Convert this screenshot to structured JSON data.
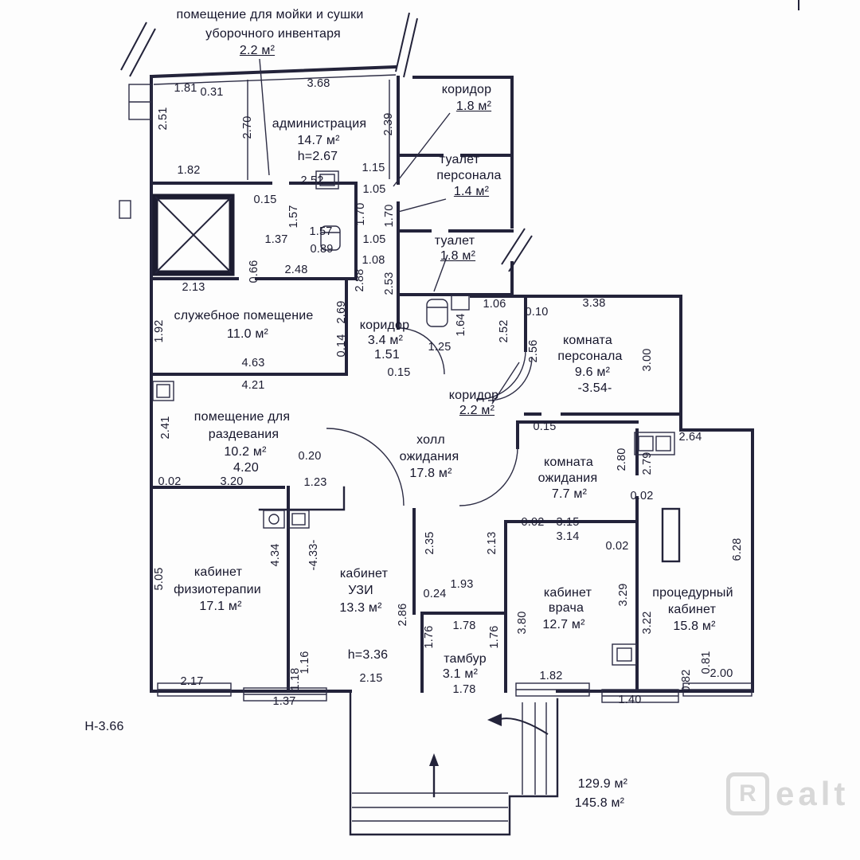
{
  "rooms": [
    {
      "l1": "помещение для мойки и сушки",
      "l2": "уборочного инвентаря",
      "area": "2.2 м²"
    },
    {
      "l1": "администрация",
      "area": "14.7 м²",
      "note": "h=2.67"
    },
    {
      "l1": "коридор",
      "area": "1.8 м²"
    },
    {
      "l1": "туалет",
      "l2": "персонала",
      "area": "1.4 м²"
    },
    {
      "l1": "туалет",
      "area": "1.8 м²"
    },
    {
      "l1": "служебное помещение",
      "area": "11.0 м²"
    },
    {
      "l1": "коридор",
      "area": "3.4 м²",
      "note": "1.51"
    },
    {
      "l1": "комната",
      "l2": "персонала",
      "area": "9.6 м²",
      "note": "-3.54-"
    },
    {
      "l1": "помещение для",
      "l2": "раздевания",
      "area": "10.2 м²",
      "note": "4.20"
    },
    {
      "l1": "холл",
      "l2": "ожидания",
      "area": "17.8 м²"
    },
    {
      "l1": "коридор",
      "area": "2.2 м²"
    },
    {
      "l1": "комната",
      "l2": "ожидания",
      "area": "7.7 м²"
    },
    {
      "l1": "кабинет",
      "l2": "физиотерапии",
      "area": "17.1 м²"
    },
    {
      "l1": "кабинет",
      "l2": "УЗИ",
      "area": "13.3 м²"
    },
    {
      "l1": "кабинет",
      "l2": "врача",
      "area": "12.7 м²"
    },
    {
      "l1": "процедурный",
      "l2": "кабинет",
      "area": "15.8 м²"
    },
    {
      "l1": "тамбур",
      "area": "3.1 м²"
    }
  ],
  "dims": [
    "3.68",
    "1.81",
    "0.31",
    "2.51",
    "2.70",
    "2.39",
    "1.82",
    "2.52",
    "1.15",
    "1.05",
    "0.15",
    "1.57",
    "1.70",
    "1.70",
    "1.37",
    "1.57",
    "0.89",
    "1.05",
    "1.08",
    "2.88",
    "2.48",
    "0.66",
    "2.13",
    "2.53",
    "1.06",
    "0.10",
    "3.38",
    "2.69",
    "1.92",
    "0.14",
    "1.64",
    "2.52",
    "2.56",
    "3.00",
    "1.25",
    "4.63",
    "0.15",
    "4.21",
    "0.15",
    "2.41",
    "2.64",
    "2.80",
    "2.79",
    "0.02",
    "0.20",
    "0.02",
    "3.20",
    "1.23",
    "0.02",
    "3.15",
    "3.14",
    "0.02",
    "6.28",
    "2.35",
    "2.13",
    "4.34",
    "-4.33-",
    "5.05",
    "0.24",
    "1.93",
    "2.86",
    "3.80",
    "3.29",
    "3.22",
    "1.76",
    "1.78",
    "1.76",
    "0.81",
    "0.82",
    "2.00",
    "2.17",
    "1.16",
    "1.18",
    "2.15",
    "1.37",
    "1.82",
    "1.40",
    "1.78",
    "h=3.36"
  ],
  "footer": {
    "height_note": "Н-3.66",
    "area1": "129.9 м²",
    "area2": "145.8 м²"
  },
  "watermark": {
    "icon_letter": "R",
    "text": "ealt"
  }
}
